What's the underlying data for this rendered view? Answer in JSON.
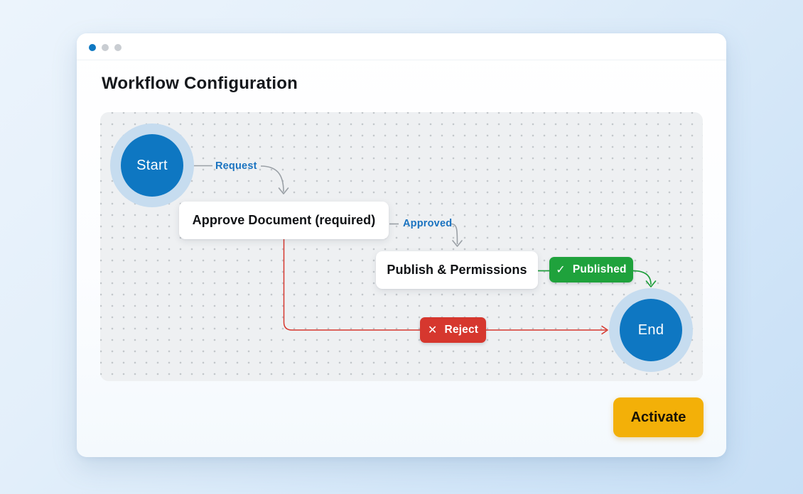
{
  "window": {
    "title": "Workflow Configuration",
    "traffic_dots": [
      {
        "name": "active",
        "color": "#0e78c2"
      },
      {
        "name": "inactive",
        "color": "#c9cdd2"
      },
      {
        "name": "inactive",
        "color": "#c9cdd2"
      }
    ]
  },
  "workflow": {
    "nodes": {
      "start": {
        "label": "Start",
        "type": "circle"
      },
      "approve": {
        "label": "Approve Document (required)",
        "type": "box"
      },
      "publish": {
        "label": "Publish & Permissions",
        "type": "box"
      },
      "end": {
        "label": "End",
        "type": "circle"
      }
    },
    "edges": {
      "request": {
        "label": "Request",
        "from": "start",
        "to": "approve",
        "color": "#9aa0a6",
        "label_color": "#1a73c0"
      },
      "approved": {
        "label": "Approved",
        "from": "approve",
        "to": "publish",
        "color": "#9aa0a6",
        "label_color": "#1a73c0"
      },
      "published": {
        "from": "publish",
        "to": "end",
        "color": "#1f9e3c"
      },
      "reject": {
        "from": "approve",
        "to": "end",
        "color": "#d6372e"
      }
    },
    "badges": {
      "published": {
        "glyph": "✓",
        "label": "Published",
        "color": "#1fa23c"
      },
      "reject": {
        "glyph": "✕",
        "label": "Reject",
        "color": "#d6372e"
      }
    }
  },
  "actions": {
    "activate_label": "Activate"
  },
  "colors": {
    "node_fill": "#0e77c2",
    "node_halo": "#c6dcef",
    "canvas_bg": "#eef0f2",
    "canvas_dots": "#c3c7cb",
    "accent_yellow": "#f3b008",
    "page_bg_top": "#ecf4fc",
    "page_bg_bottom": "#c7dff6"
  }
}
